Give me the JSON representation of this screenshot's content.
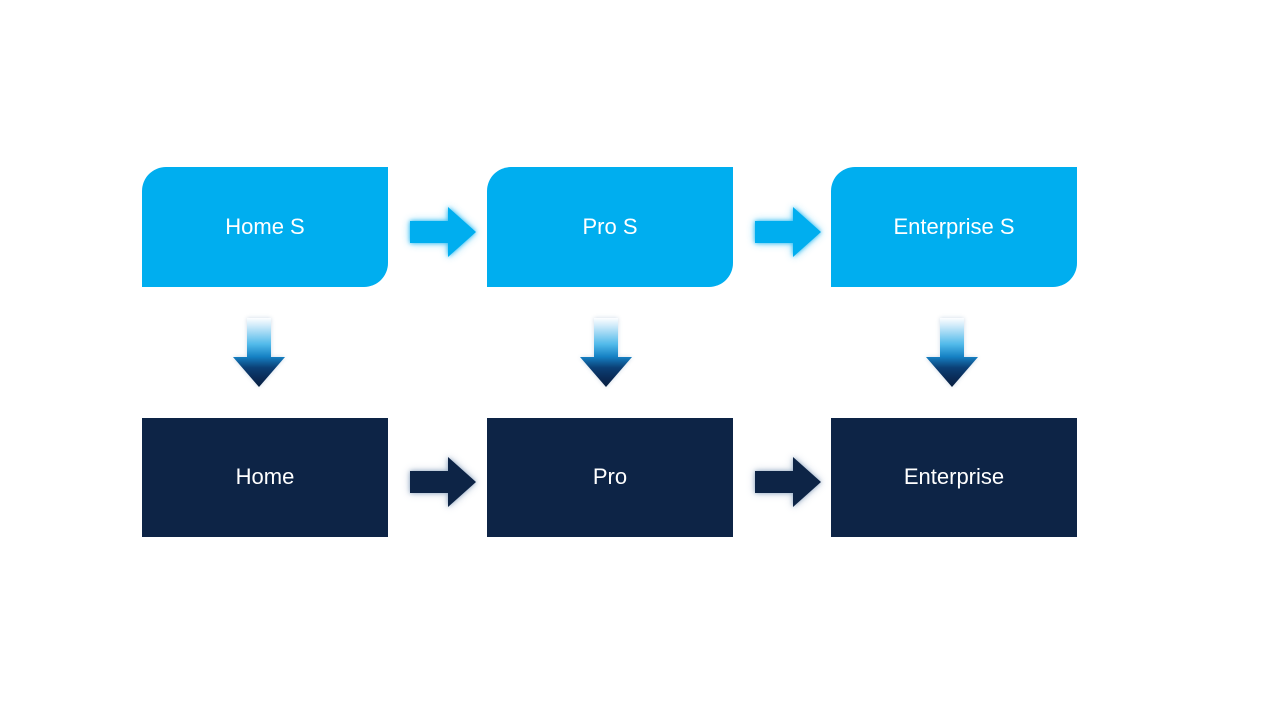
{
  "slide": {
    "background": "#FFFFFF",
    "type": "process-upgrade-diagram"
  },
  "colors": {
    "top_box_fill": "#00AEEF",
    "bottom_box_fill": "#0D2446",
    "text": "#FFFFFF",
    "light_arrow": "#00AEEF",
    "dark_arrow": "#0D2446",
    "down_arrow_gradient_top": "#FDFEFF",
    "down_arrow_gradient_bottom": "#082040"
  },
  "nodes": {
    "top": [
      {
        "label": "Home S"
      },
      {
        "label": "Pro S"
      },
      {
        "label": "Enterprise S"
      }
    ],
    "bottom": [
      {
        "label": "Home"
      },
      {
        "label": "Pro"
      },
      {
        "label": "Enterprise"
      }
    ]
  },
  "connectors": {
    "horizontal_top": [
      {
        "from": "Home S",
        "to": "Pro S",
        "style": "light-blue-right-arrow-glow"
      },
      {
        "from": "Pro S",
        "to": "Enterprise S",
        "style": "light-blue-right-arrow-glow"
      }
    ],
    "horizontal_bottom": [
      {
        "from": "Home",
        "to": "Pro",
        "style": "navy-right-arrow-glow"
      },
      {
        "from": "Pro",
        "to": "Enterprise",
        "style": "navy-right-arrow-glow"
      }
    ],
    "vertical": [
      {
        "from": "Home S",
        "to": "Home",
        "style": "gradient-down-arrow"
      },
      {
        "from": "Pro S",
        "to": "Pro",
        "style": "gradient-down-arrow"
      },
      {
        "from": "Enterprise S",
        "to": "Enterprise",
        "style": "gradient-down-arrow"
      }
    ]
  }
}
